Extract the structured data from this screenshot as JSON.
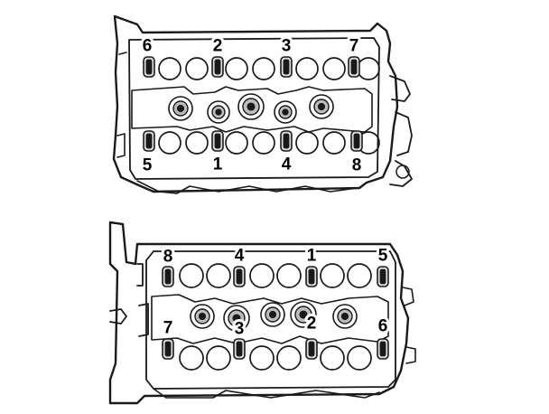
{
  "top_view": {
    "bolt_labels": [
      "6",
      "2",
      "3",
      "7",
      "5",
      "1",
      "4",
      "8"
    ]
  },
  "bottom_view": {
    "bolt_labels": [
      "8",
      "4",
      "1",
      "5",
      "7",
      "3",
      "2",
      "6"
    ]
  },
  "colors": {
    "ink": "#1a1a1a",
    "paper": "#ffffff"
  }
}
